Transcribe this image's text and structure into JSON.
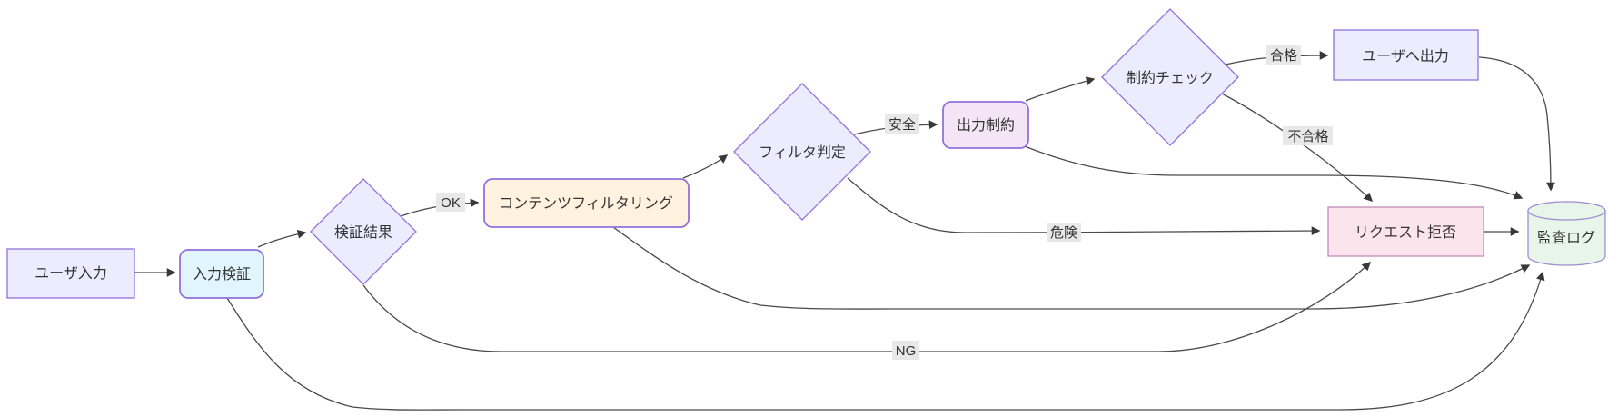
{
  "diagram": {
    "type": "flowchart",
    "direction": "left-to-right",
    "background": "#ffffff",
    "edge_color": "#4a4a4a",
    "arrow_color": "#383838",
    "edge_label_bg": "#e8e8e8",
    "text_color": "#333333",
    "nodes": [
      {
        "id": "user-input",
        "label": "ユーザ入力",
        "shape": "rectangle",
        "fill": "#ECECFF",
        "stroke": "#9370DB"
      },
      {
        "id": "input-validation",
        "label": "入力検証",
        "shape": "rounded",
        "fill": "#E1F5FE",
        "stroke": "#9370DB"
      },
      {
        "id": "validation-result",
        "label": "検証結果",
        "shape": "diamond",
        "fill": "#ECECFF",
        "stroke": "#9370DB"
      },
      {
        "id": "content-filtering",
        "label": "コンテンツフィルタリング",
        "shape": "rounded",
        "fill": "#FFF3E0",
        "stroke": "#9370DB"
      },
      {
        "id": "filter-decision",
        "label": "フィルタ判定",
        "shape": "diamond",
        "fill": "#ECECFF",
        "stroke": "#9370DB"
      },
      {
        "id": "output-constraint",
        "label": "出力制約",
        "shape": "rounded",
        "fill": "#F3E5F5",
        "stroke": "#9370DB"
      },
      {
        "id": "constraint-check",
        "label": "制約チェック",
        "shape": "diamond",
        "fill": "#ECECFF",
        "stroke": "#9370DB"
      },
      {
        "id": "user-output",
        "label": "ユーザへ出力",
        "shape": "rectangle",
        "fill": "#ECECFF",
        "stroke": "#9370DB"
      },
      {
        "id": "request-reject",
        "label": "リクエスト拒否",
        "shape": "rectangle",
        "fill": "#FCE4EC",
        "stroke": "#C48BB8"
      },
      {
        "id": "audit-log",
        "label": "監査ログ",
        "shape": "cylinder",
        "fill": "#E8F5E9",
        "stroke": "#9F8FD4"
      }
    ],
    "edges": [
      {
        "from": "user-input",
        "to": "input-validation",
        "label": ""
      },
      {
        "from": "input-validation",
        "to": "validation-result",
        "label": ""
      },
      {
        "from": "validation-result",
        "to": "content-filtering",
        "label": "OK"
      },
      {
        "from": "content-filtering",
        "to": "filter-decision",
        "label": ""
      },
      {
        "from": "filter-decision",
        "to": "output-constraint",
        "label": "安全"
      },
      {
        "from": "output-constraint",
        "to": "constraint-check",
        "label": ""
      },
      {
        "from": "constraint-check",
        "to": "user-output",
        "label": "合格"
      },
      {
        "from": "constraint-check",
        "to": "request-reject",
        "label": "不合格"
      },
      {
        "from": "filter-decision",
        "to": "request-reject",
        "label": "危険"
      },
      {
        "from": "validation-result",
        "to": "request-reject",
        "label": "NG"
      },
      {
        "from": "request-reject",
        "to": "audit-log",
        "label": ""
      },
      {
        "from": "user-output",
        "to": "audit-log",
        "label": ""
      },
      {
        "from": "output-constraint",
        "to": "audit-log",
        "label": ""
      },
      {
        "from": "content-filtering",
        "to": "audit-log",
        "label": ""
      },
      {
        "from": "input-validation",
        "to": "audit-log",
        "label": ""
      }
    ]
  }
}
